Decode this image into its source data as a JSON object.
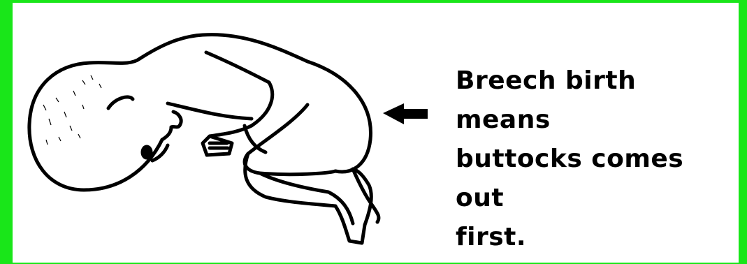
{
  "colors": {
    "border": "#19e619",
    "background": "#ffffff",
    "ink": "#000000"
  },
  "illustration": {
    "subject": "breech-baby-drawing",
    "arrow": "left-arrow-icon"
  },
  "caption": {
    "lines": [
      "Breech birth means",
      "buttocks comes out",
      "first."
    ]
  }
}
